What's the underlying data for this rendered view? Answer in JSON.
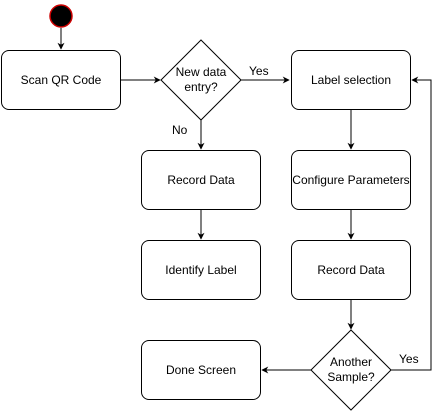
{
  "colors": {
    "stroke": "#000000",
    "fill": "#ffffff",
    "start_fill": "#000000",
    "start_border": "#cc0000"
  },
  "nodes": {
    "scan_qr": "Scan QR Code",
    "new_entry_q": "New data entry?",
    "label_selection": "Label selection",
    "record_data_left": "Record Data",
    "configure_parameters": "Configure Parameters",
    "identify_label": "Identify Label",
    "record_data_right": "Record Data",
    "another_sample_q": "Another Sample?",
    "done_screen": "Done Screen"
  },
  "edge_labels": {
    "yes_to_label": "Yes",
    "no_to_record": "No",
    "yes_loop": "Yes"
  }
}
